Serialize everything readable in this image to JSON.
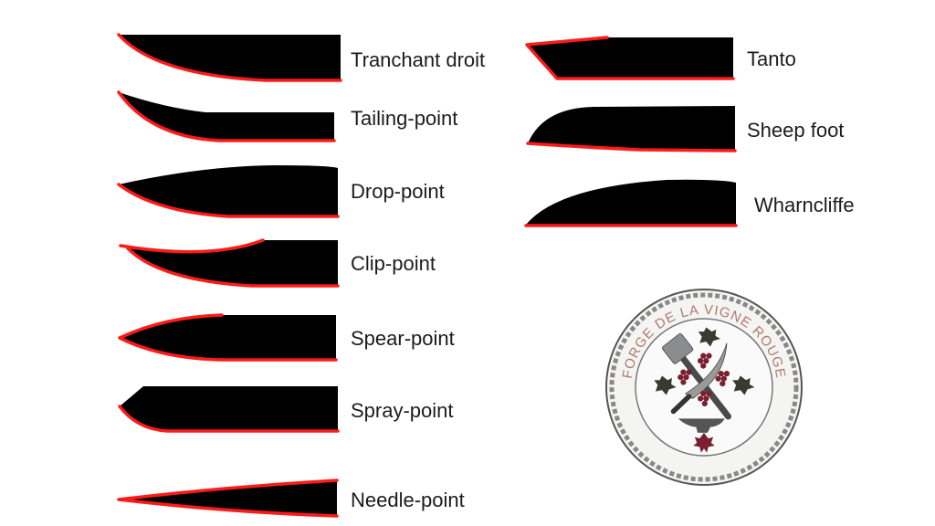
{
  "blades": [
    {
      "id": "tranchant-droit",
      "label": "Tranchant droit"
    },
    {
      "id": "tailing-point",
      "label": "Tailing-point"
    },
    {
      "id": "drop-point",
      "label": "Drop-point"
    },
    {
      "id": "clip-point",
      "label": "Clip-point"
    },
    {
      "id": "spear-point",
      "label": "Spear-point"
    },
    {
      "id": "spray-point",
      "label": "Spray-point"
    },
    {
      "id": "needle-point",
      "label": "Needle-point"
    },
    {
      "id": "tanto",
      "label": "Tanto"
    },
    {
      "id": "sheep-foot",
      "label": "Sheep foot"
    },
    {
      "id": "wharncliffe",
      "label": "Wharncliffe"
    }
  ],
  "logo": {
    "text": "FORGE DE LA VIGNE ROUGE"
  },
  "colors": {
    "blade": "#000000",
    "edge": "#ff1a1a",
    "logo_text": "#b07a70",
    "grape": "#7a1f2e",
    "leaf": "#3a3a2e"
  }
}
